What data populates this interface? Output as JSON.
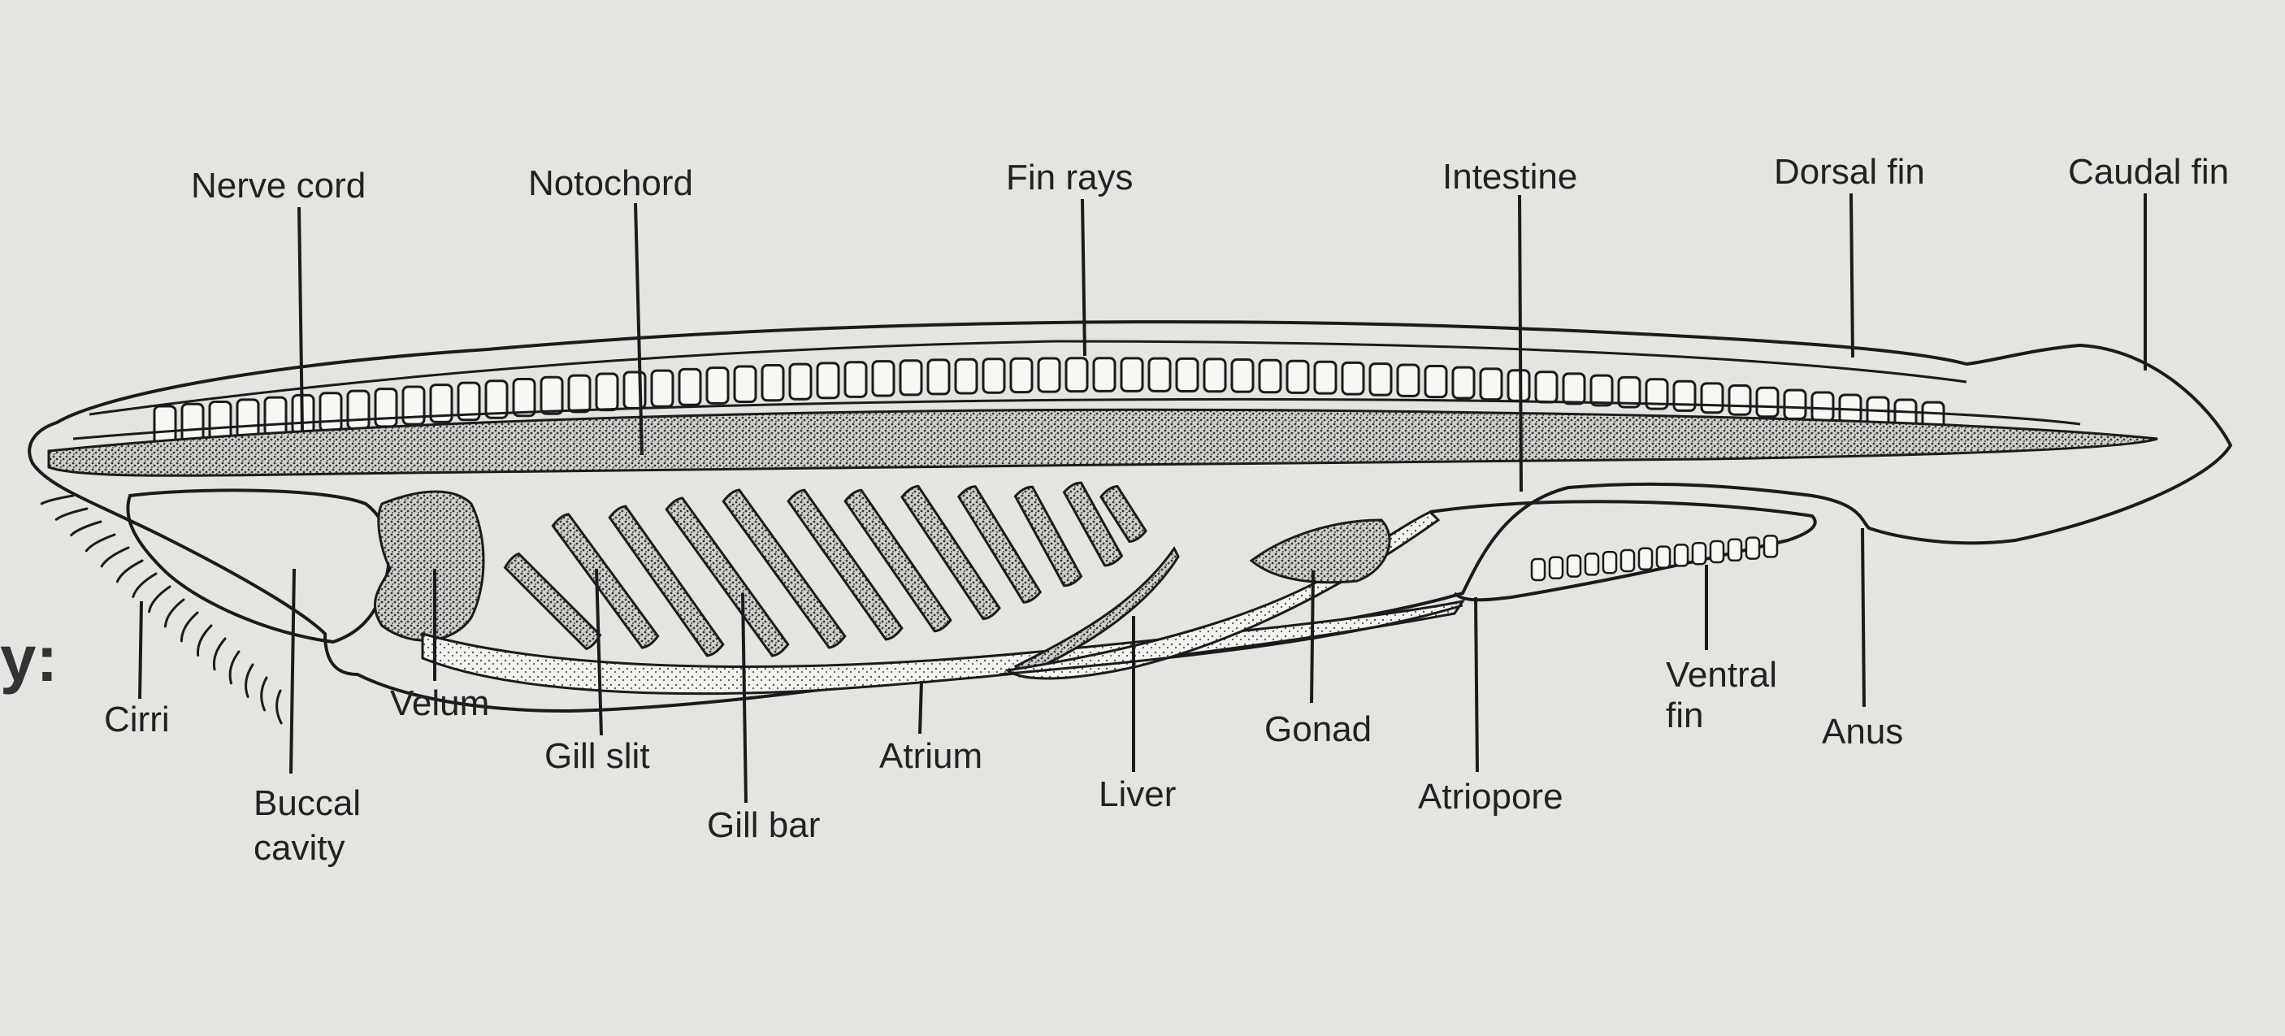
{
  "figure": {
    "clipped_margin_text": "y:",
    "labels": {
      "nerve_cord": "Nerve cord",
      "notochord": "Notochord",
      "fin_rays": "Fin rays",
      "intestine": "Intestine",
      "dorsal_fin": "Dorsal fin",
      "caudal_fin": "Caudal fin",
      "cirri": "Cirri",
      "buccal_cavity_1": "Buccal",
      "buccal_cavity_2": "cavity",
      "velum": "Velum",
      "gill_slit": "Gill slit",
      "gill_bar": "Gill bar",
      "atrium": "Atrium",
      "liver": "Liver",
      "gonad": "Gonad",
      "atriopore": "Atriopore",
      "ventral_fin_1": "Ventral",
      "ventral_fin_2": "fin",
      "anus": "Anus"
    }
  }
}
